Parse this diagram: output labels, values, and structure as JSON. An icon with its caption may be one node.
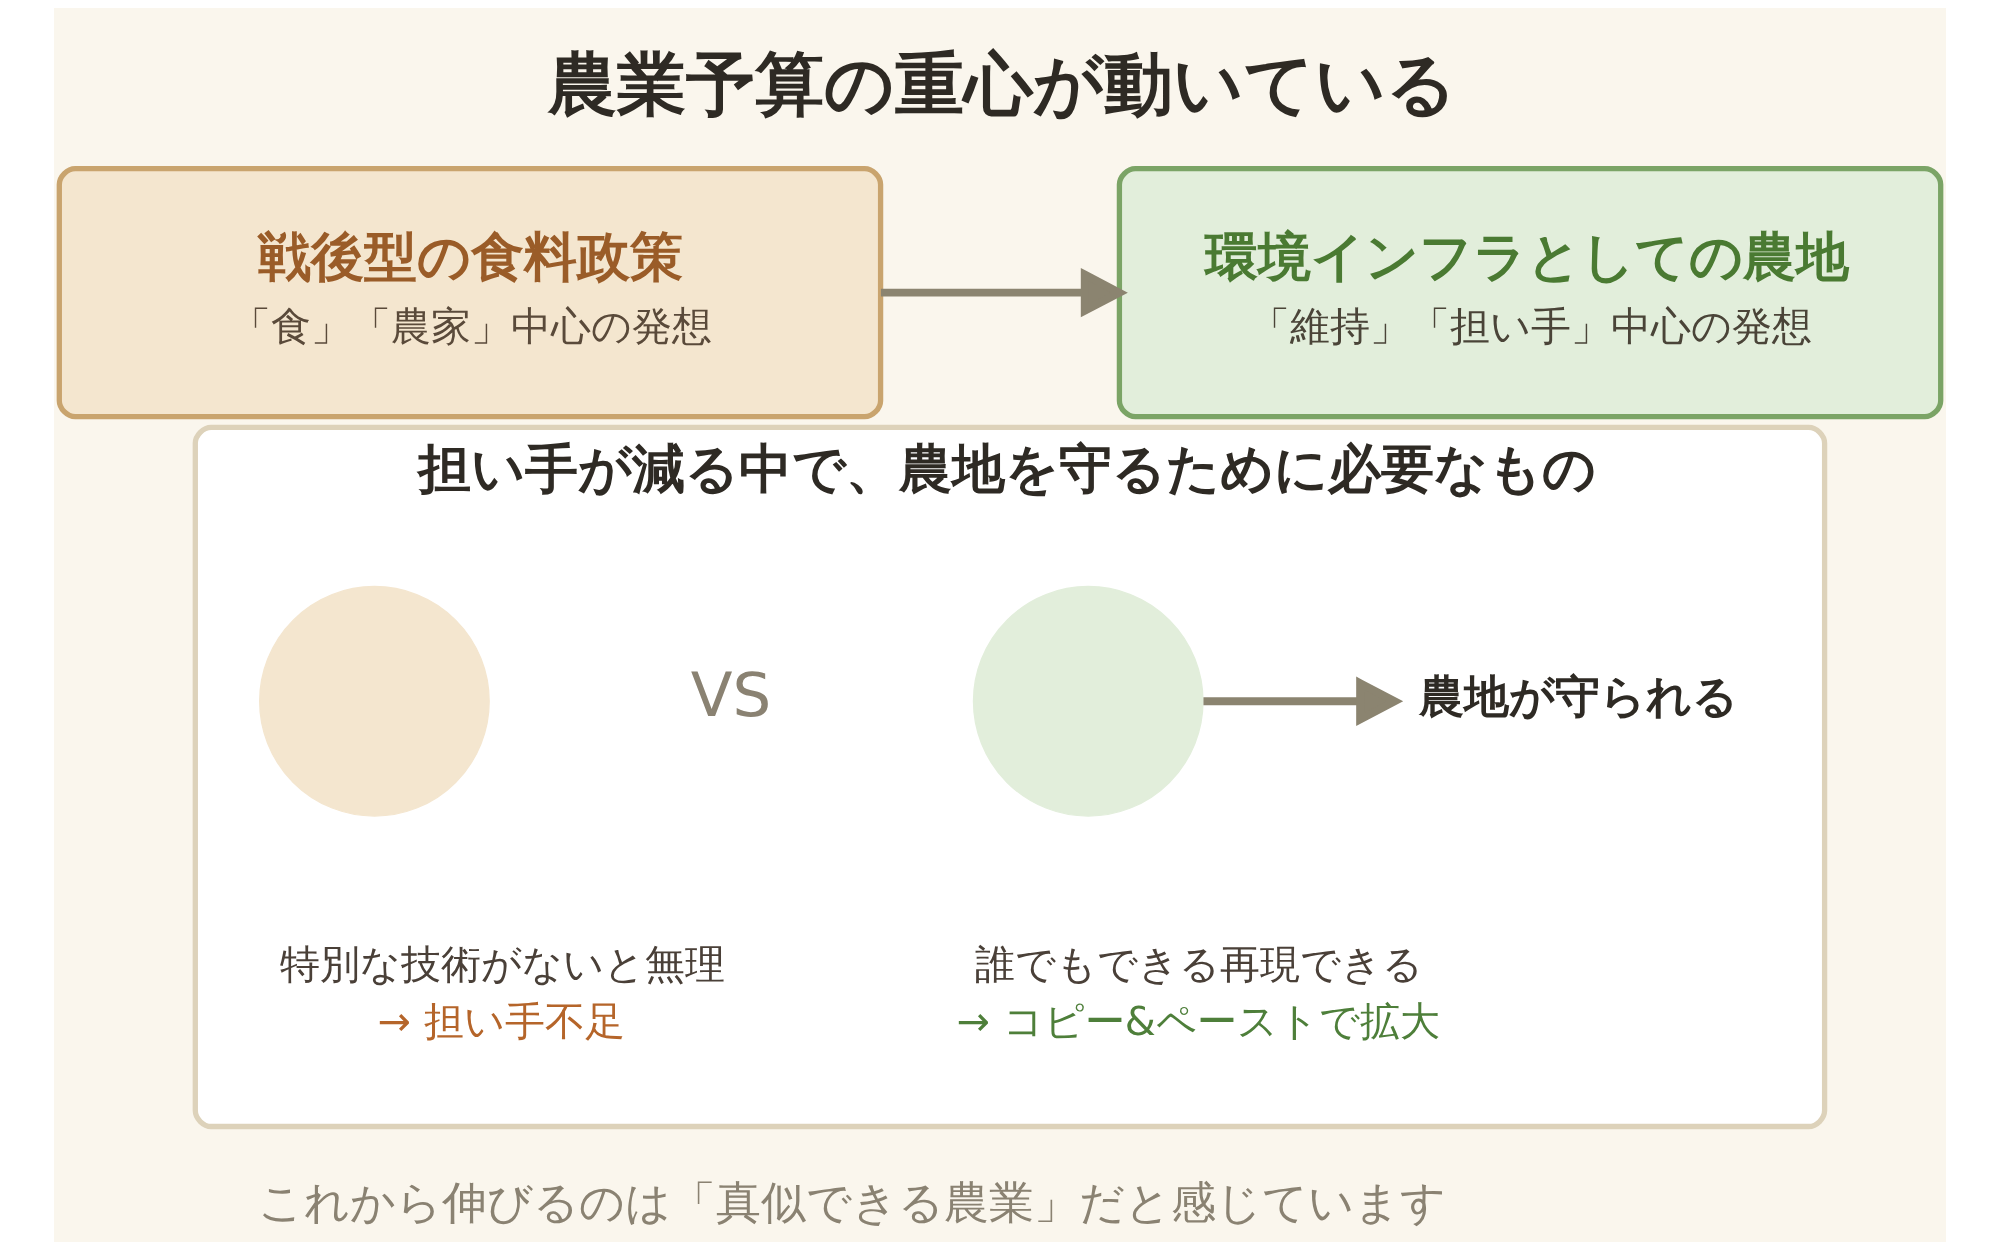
{
  "diagram": {
    "title": "農業予算の重心が動いている",
    "caption": "これから伸びるのは「真似できる農業」だと感じています",
    "nodes": [
      {
        "text": [
          "戦後型の食料政策",
          "「食」「農家」中心の発想"
        ]
      },
      {
        "text": [
          "環境インフラとしての農地",
          "「維持」「担い手」中心の発想"
        ]
      },
      {
        "text": [
          "担い手が減る中で、農地を守るために必要なもの"
        ]
      },
      {
        "text": [],
        "shape": "circle",
        "in": 2,
        "beside": [
          "特別な技術がないと無理",
          "→ 担い手不足"
        ]
      },
      {
        "text": [],
        "shape": "circle",
        "in": 2,
        "beside": [
          "誰でもできる再現できる",
          "→ コピー&ペーストで拡大"
        ]
      },
      {
        "text": [
          "農地が守られる"
        ],
        "in": 2
      }
    ],
    "edges": [
      {
        "from": 0,
        "to": 1,
        "arrow": "to"
      },
      {
        "from": 4,
        "to": 5,
        "arrow": "to"
      }
    ],
    "labels": [
      "VS"
    ]
  }
}
